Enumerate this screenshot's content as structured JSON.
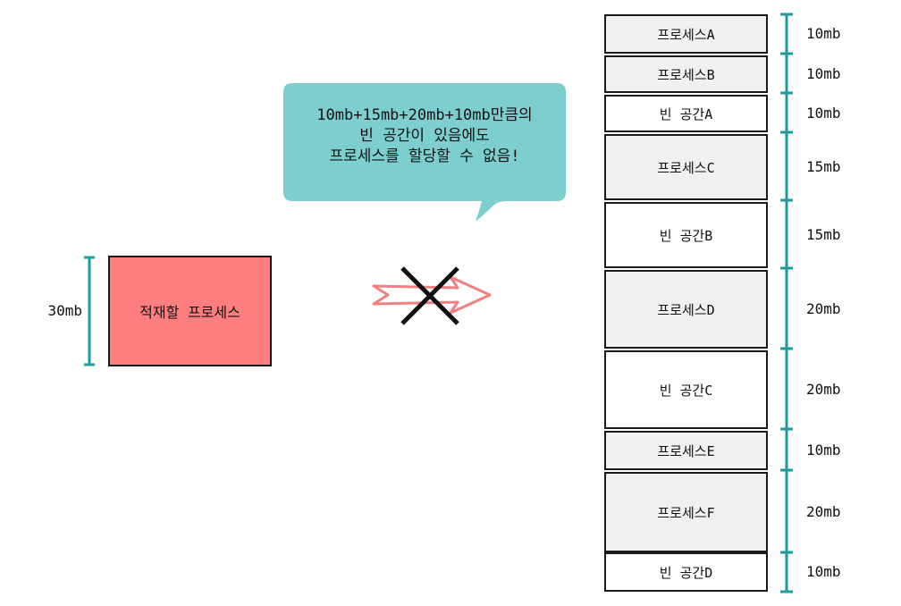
{
  "process_to_allocate": {
    "label": "적재할 프로세스",
    "size": "30mb"
  },
  "callout": {
    "text": "10mb+15mb+20mb+10mb만큼의\n빈 공간이 있음에도\n프로세스를 할당할 수 없음!"
  },
  "arrow_icon": "blocked-arrow-icon",
  "memory_blocks": [
    {
      "label": "프로세스A",
      "size": "10mb",
      "kind": "process"
    },
    {
      "label": "프로세스B",
      "size": "10mb",
      "kind": "process"
    },
    {
      "label": "빈 공간A",
      "size": "10mb",
      "kind": "free"
    },
    {
      "label": "프로세스C",
      "size": "15mb",
      "kind": "process"
    },
    {
      "label": "빈 공간B",
      "size": "15mb",
      "kind": "free"
    },
    {
      "label": "프로세스D",
      "size": "20mb",
      "kind": "process"
    },
    {
      "label": "빈 공간C",
      "size": "20mb",
      "kind": "free"
    },
    {
      "label": "프로세스E",
      "size": "10mb",
      "kind": "process"
    },
    {
      "label": "프로세스F",
      "size": "20mb",
      "kind": "process"
    },
    {
      "label": "빈 공간D",
      "size": "10mb",
      "kind": "free"
    }
  ],
  "colors": {
    "process_fill": "#ff7f7f",
    "callout_fill": "#7dcfcf",
    "bracket": "#1a9e9e",
    "arrow": "#f08080",
    "occupied_block": "#f0f0f0",
    "free_block": "#ffffff"
  }
}
